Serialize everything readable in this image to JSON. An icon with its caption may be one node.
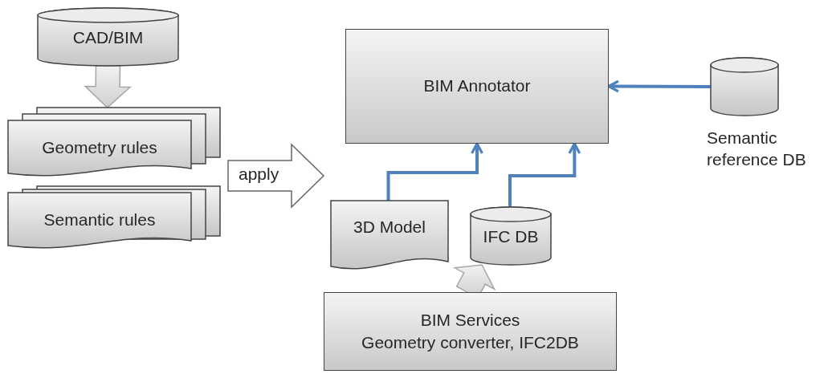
{
  "diagram": {
    "nodes": [
      {
        "text": [
          "CAD/BIM"
        ]
      },
      {
        "text": [
          "Geometry rules"
        ]
      },
      {
        "text": [
          "Semantic rules"
        ]
      },
      {
        "text": [
          "BIM Annotator"
        ]
      },
      {
        "text": [
          "Semantic reference DB"
        ]
      },
      {
        "text": [
          "3D Model"
        ]
      },
      {
        "text": [
          "IFC DB"
        ]
      },
      {
        "text": [
          "BIM Services",
          "Geometry converter, IFC2DB"
        ]
      }
    ],
    "edges": [
      {
        "from": 0,
        "to": 1,
        "arrow": "to",
        "style": "thick",
        "color": "#a6a6a6"
      },
      {
        "from": 5,
        "to": 3,
        "arrow": "to"
      },
      {
        "from": 6,
        "to": 3,
        "arrow": "to"
      },
      {
        "from": 4,
        "to": 3,
        "arrow": "to"
      },
      {
        "from": 7,
        "to": 6,
        "arrow": "to",
        "style": "thick",
        "color": "#a6a6a6"
      }
    ],
    "labels": [
      "apply"
    ]
  }
}
